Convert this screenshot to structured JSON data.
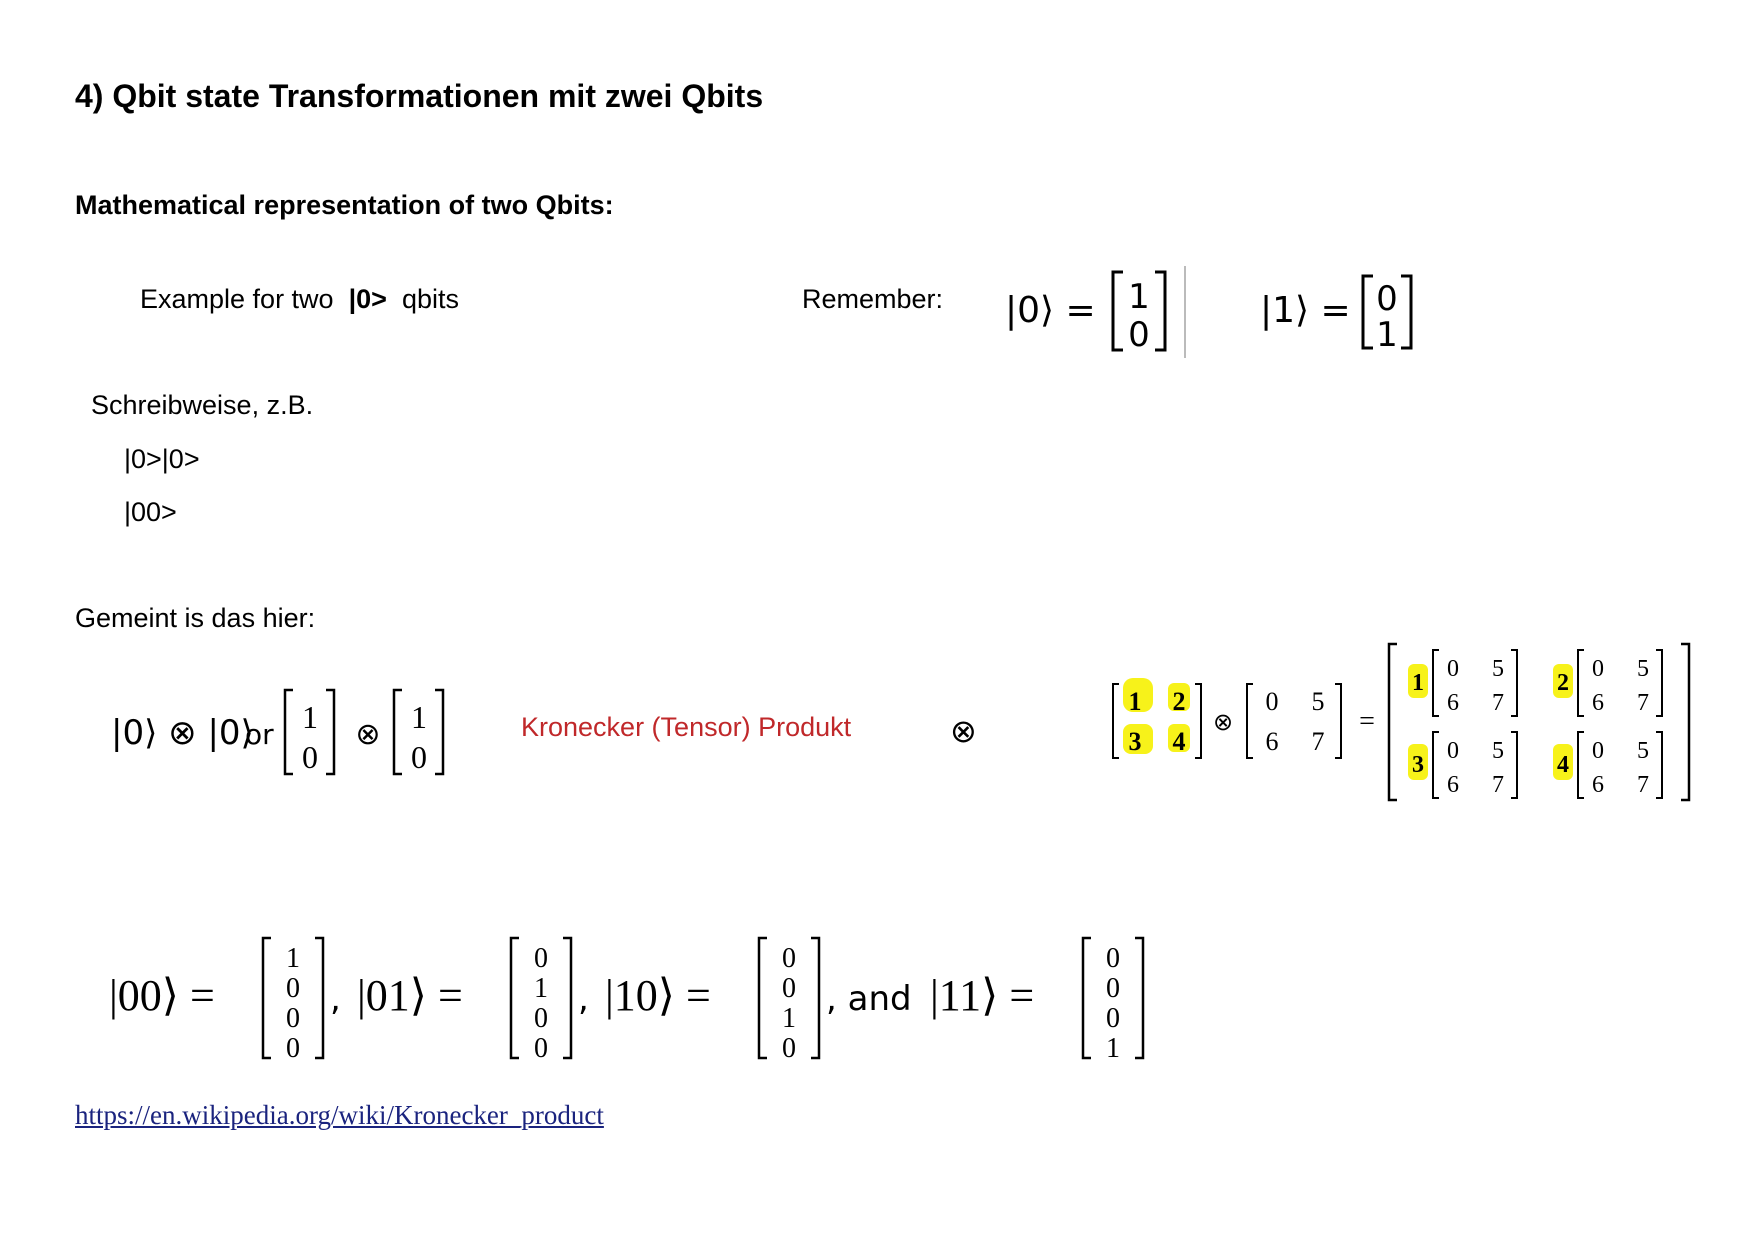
{
  "heading": "4) Qbit state Transformationen mit zwei Qbits",
  "subheading": "Mathematical representation of two Qbits:",
  "example": {
    "prefix": "Example for two",
    "ket": "|0>",
    "suffix": "qbits"
  },
  "remember": {
    "label": "Remember:",
    "ket0": "|0⟩ =",
    "ket0_vec": [
      "1",
      "0"
    ],
    "ket1": "|1⟩ =",
    "ket1_vec": [
      "0",
      "1"
    ]
  },
  "notation": {
    "label": "Schreibweise, z.B.",
    "form1": "|0>|0>",
    "form2": "|00>"
  },
  "meant": {
    "label": "Gemeint is das hier:",
    "lhs": "|0⟩ ⊗ |0⟩",
    "or": "or",
    "vec_a": [
      "1",
      "0"
    ],
    "otimes": "⊗",
    "vec_b": [
      "1",
      "0"
    ]
  },
  "kronecker": {
    "label": "Kronecker (Tensor) Produkt",
    "symbol": "⊗",
    "highlight_color": "#f7f21a"
  },
  "kron_example": {
    "A": [
      [
        "1",
        "2"
      ],
      [
        "3",
        "4"
      ]
    ],
    "B": [
      [
        "0",
        "5"
      ],
      [
        "6",
        "7"
      ]
    ],
    "otimes": "⊗",
    "equals": "="
  },
  "basis": [
    {
      "ket": "|00⟩ =",
      "vec": [
        "1",
        "0",
        "0",
        "0"
      ],
      "sep": ","
    },
    {
      "ket": "|01⟩ =",
      "vec": [
        "0",
        "1",
        "0",
        "0"
      ],
      "sep": ","
    },
    {
      "ket": "|10⟩ =",
      "vec": [
        "0",
        "0",
        "1",
        "0"
      ],
      "sep": ", and"
    },
    {
      "ket": "|11⟩ =",
      "vec": [
        "0",
        "0",
        "0",
        "1"
      ],
      "sep": ""
    }
  ],
  "link": "https://en.wikipedia.org/wiki/Kronecker_product"
}
